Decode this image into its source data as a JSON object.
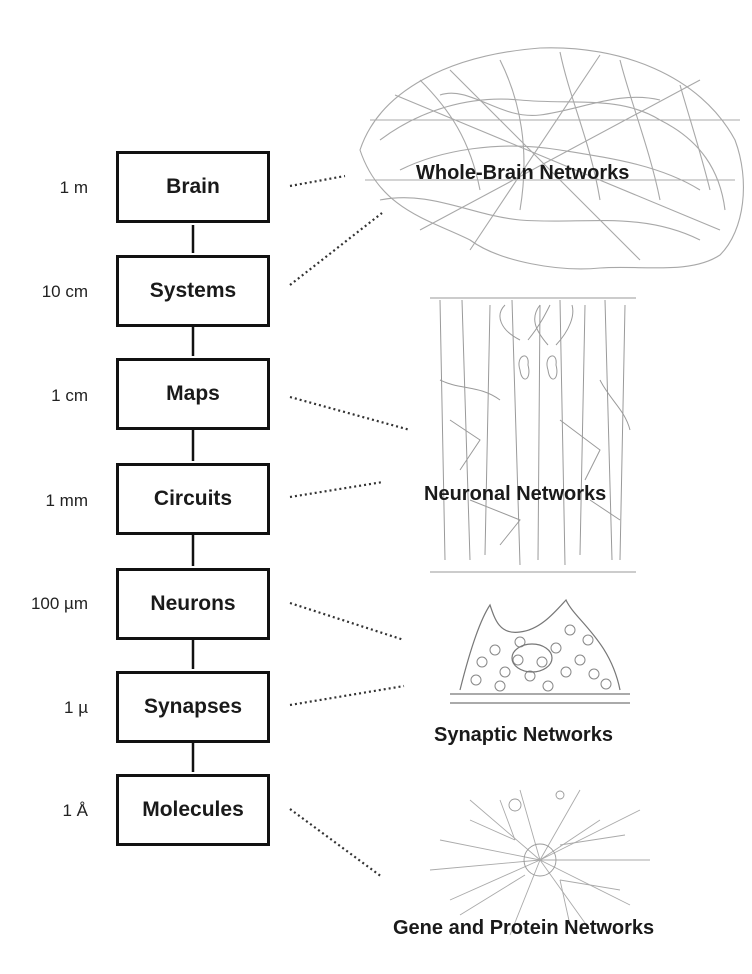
{
  "levels": [
    {
      "name": "Brain",
      "scale": "1 m"
    },
    {
      "name": "Systems",
      "scale": "10 cm"
    },
    {
      "name": "Maps",
      "scale": "1 cm"
    },
    {
      "name": "Circuits",
      "scale": "1 mm"
    },
    {
      "name": "Neurons",
      "scale": "100 µm"
    },
    {
      "name": "Synapses",
      "scale": "1 µ"
    },
    {
      "name": "Molecules",
      "scale": "1 Å"
    }
  ],
  "networks": {
    "whole_brain": "Whole-Brain Networks",
    "neuronal": "Neuronal Networks",
    "synaptic": "Synaptic Networks",
    "gene_protein": "Gene and Protein Networks"
  },
  "colors": {
    "box_border": "#111111",
    "illustration": "#9a9a9a"
  }
}
